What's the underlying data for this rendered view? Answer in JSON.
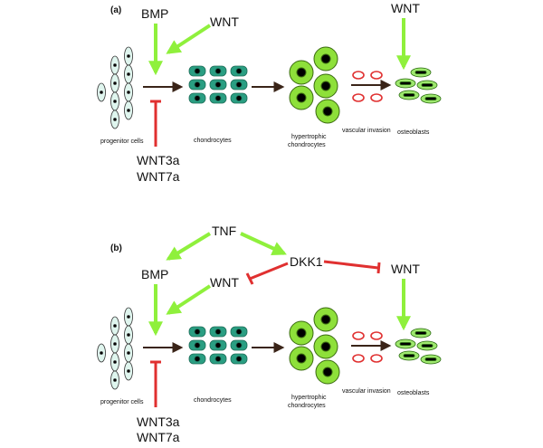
{
  "panel_a": {
    "label": "(a)",
    "signals": {
      "bmp": "BMP",
      "wnt_top": "WNT",
      "wnt_right": "WNT",
      "inhibitor_1": "WNT3a",
      "inhibitor_2": "WNT7a"
    },
    "stages": {
      "progenitor": "progenitor cells",
      "chondrocytes": "chondrocytes",
      "hypertrophic_1": "hypertrophic",
      "hypertrophic_2": "chondrocytes",
      "vascular": "vascular invasion",
      "osteoblasts": "osteoblasts"
    }
  },
  "panel_b": {
    "label": "(b)",
    "signals": {
      "tnf": "TNF",
      "bmp": "BMP",
      "dkk1": "DKK1",
      "wnt_mid": "WNT",
      "wnt_right": "WNT",
      "inhibitor_1": "WNT3a",
      "inhibitor_2": "WNT7a"
    },
    "stages": {
      "progenitor": "progenitor cells",
      "chondrocytes": "chondrocytes",
      "hypertrophic_1": "hypertrophic",
      "hypertrophic_2": "chondrocytes",
      "vascular": "vascular invasion",
      "osteoblasts": "osteoblasts"
    }
  },
  "colors": {
    "activator_arrow": "#8ff03c",
    "inhibitor_line": "#e03030",
    "progression_arrow": "#3a2418",
    "progenitor_fill": "#dff5ee",
    "chondrocyte_fill": "#2a9e82",
    "hypertrophic_fill": "#8ee03a",
    "osteoblast_fill": "#9ee86e",
    "vascular_ring": "#e03030",
    "nucleus": "#000000"
  }
}
